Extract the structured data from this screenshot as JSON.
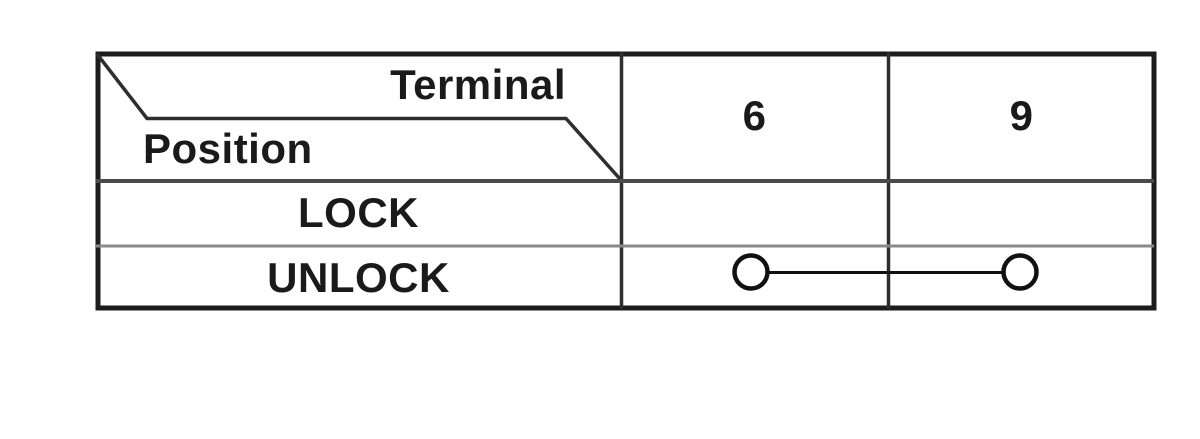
{
  "figure": {
    "type": "terminal-continuity-table",
    "corner": {
      "top_label": "Terminal",
      "bottom_label": "Position"
    },
    "terminals": [
      "6",
      "9"
    ],
    "positions": [
      {
        "label": "LOCK",
        "continuity": []
      },
      {
        "label": "UNLOCK",
        "continuity": [
          [
            "6",
            "9"
          ]
        ]
      }
    ]
  },
  "colors": {
    "background": "#ffffff",
    "border": "#1c1c1c",
    "divider_dark": "#4a4a4a",
    "divider_light": "#8a8a8a",
    "line": "#2e2e2e",
    "symbol": "#111111",
    "text": "#1a1a1a"
  }
}
